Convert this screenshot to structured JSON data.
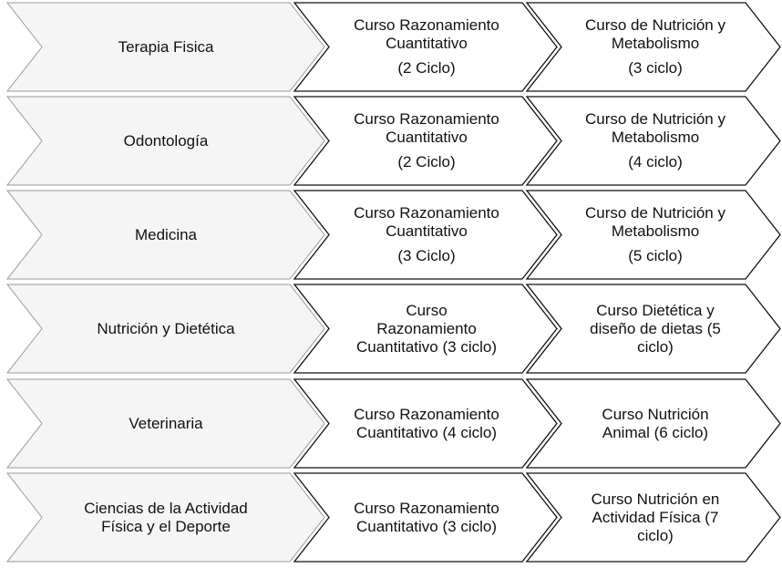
{
  "rows": [
    {
      "career": [
        "Terapia Fisica"
      ],
      "course1": [
        "Curso Razonamiento",
        "Cuantitativo",
        "(2 Ciclo)"
      ],
      "course2": [
        "Curso de Nutrición y",
        "Metabolismo",
        "(3 ciclo)"
      ]
    },
    {
      "career": [
        "Odontología"
      ],
      "course1": [
        "Curso Razonamiento",
        "Cuantitativo",
        "(2 Ciclo)"
      ],
      "course2": [
        "Curso de Nutrición y",
        "Metabolismo",
        "(4 ciclo)"
      ]
    },
    {
      "career": [
        "Medicina"
      ],
      "course1": [
        "Curso Razonamiento",
        "Cuantitativo",
        "(3 Ciclo)"
      ],
      "course2": [
        "Curso de Nutrición y",
        "Metabolismo",
        "(5 ciclo)"
      ]
    },
    {
      "career": [
        "Nutrición y Dietética"
      ],
      "course1": [
        "Curso",
        "Razonamiento",
        "Cuantitativo (3 ciclo)"
      ],
      "course2": [
        "Curso Dietética y",
        "diseño de dietas (5",
        "ciclo)"
      ]
    },
    {
      "career": [
        "Veterinaria"
      ],
      "course1": [
        "Curso Razonamiento",
        "Cuantitativo (4 ciclo)"
      ],
      "course2": [
        "Curso Nutrición",
        "Animal (6 ciclo)"
      ]
    },
    {
      "career": [
        "Ciencias de la Actividad",
        "Física y el Deporte"
      ],
      "course1": [
        "Curso Razonamiento",
        "Cuantitativo (3 ciclo)"
      ],
      "course2": [
        "Curso Nutrición en",
        "Actividad Física (7",
        "ciclo)"
      ]
    }
  ],
  "colors": {
    "career_fill": "#f5f5f5",
    "career_stroke": "#9a9a9a",
    "course_fill": "#ffffff",
    "course_stroke": "#111111"
  }
}
